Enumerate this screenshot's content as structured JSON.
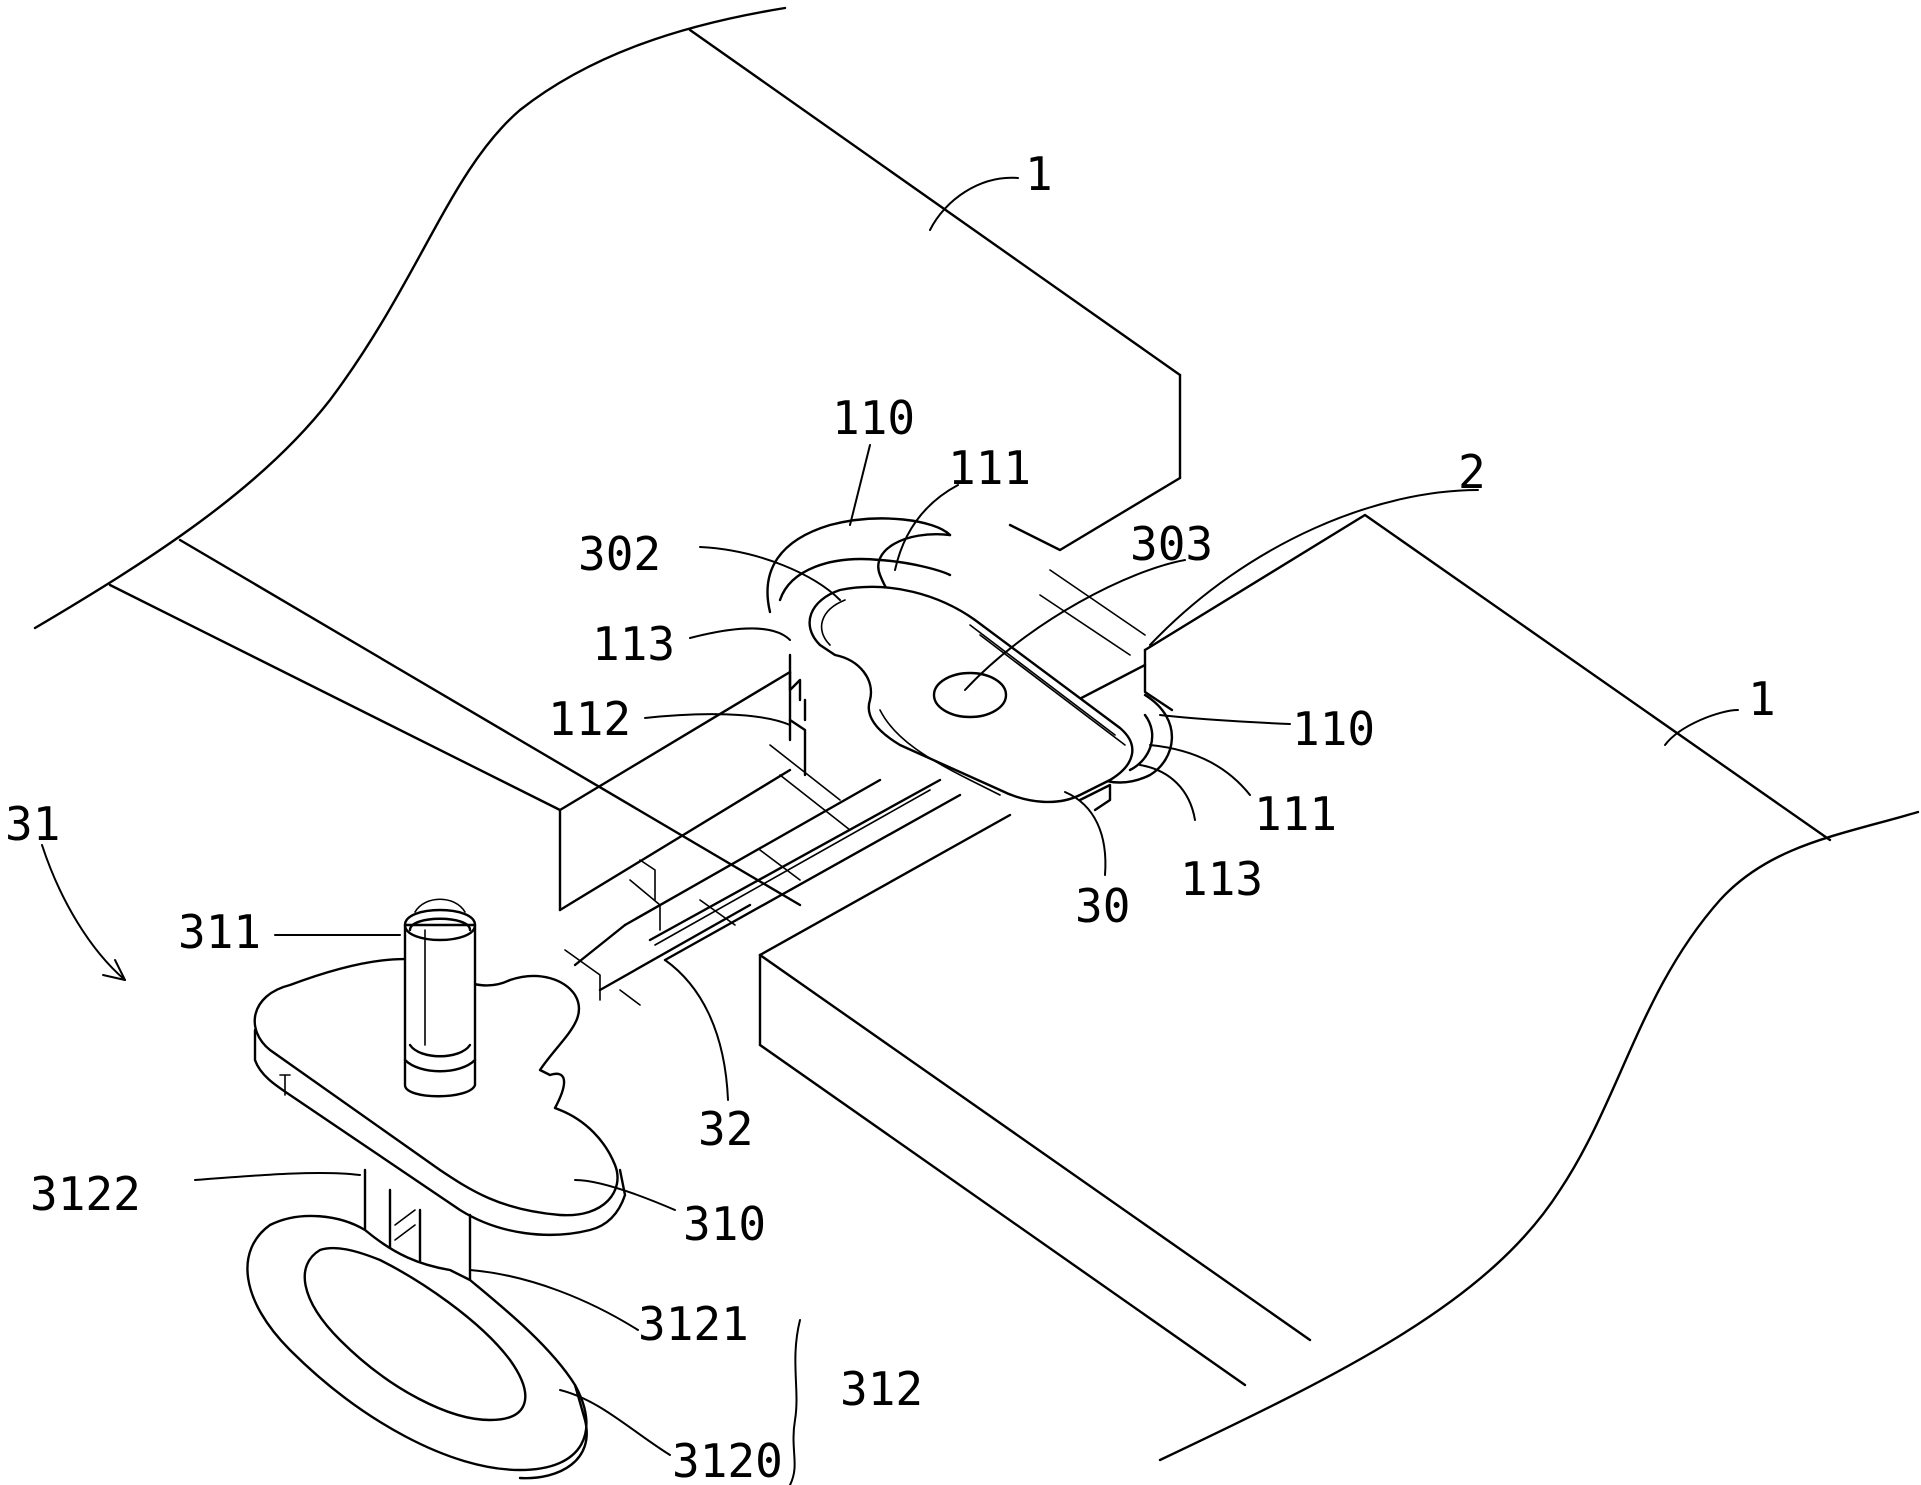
{
  "diagram": {
    "labels": {
      "board_upper": "1",
      "board_lower": "1",
      "part_2": "2",
      "ref_110_top": "110",
      "ref_111_top": "111",
      "ref_302": "302",
      "ref_303": "303",
      "ref_113_left": "113",
      "ref_112": "112",
      "ref_110_right": "110",
      "ref_111_right": "111",
      "ref_113_right": "113",
      "ref_30": "30",
      "ref_31": "31",
      "ref_311": "311",
      "ref_32": "32",
      "ref_3122": "3122",
      "ref_310": "310",
      "ref_3121": "3121",
      "ref_312": "312",
      "ref_3120": "3120"
    }
  }
}
